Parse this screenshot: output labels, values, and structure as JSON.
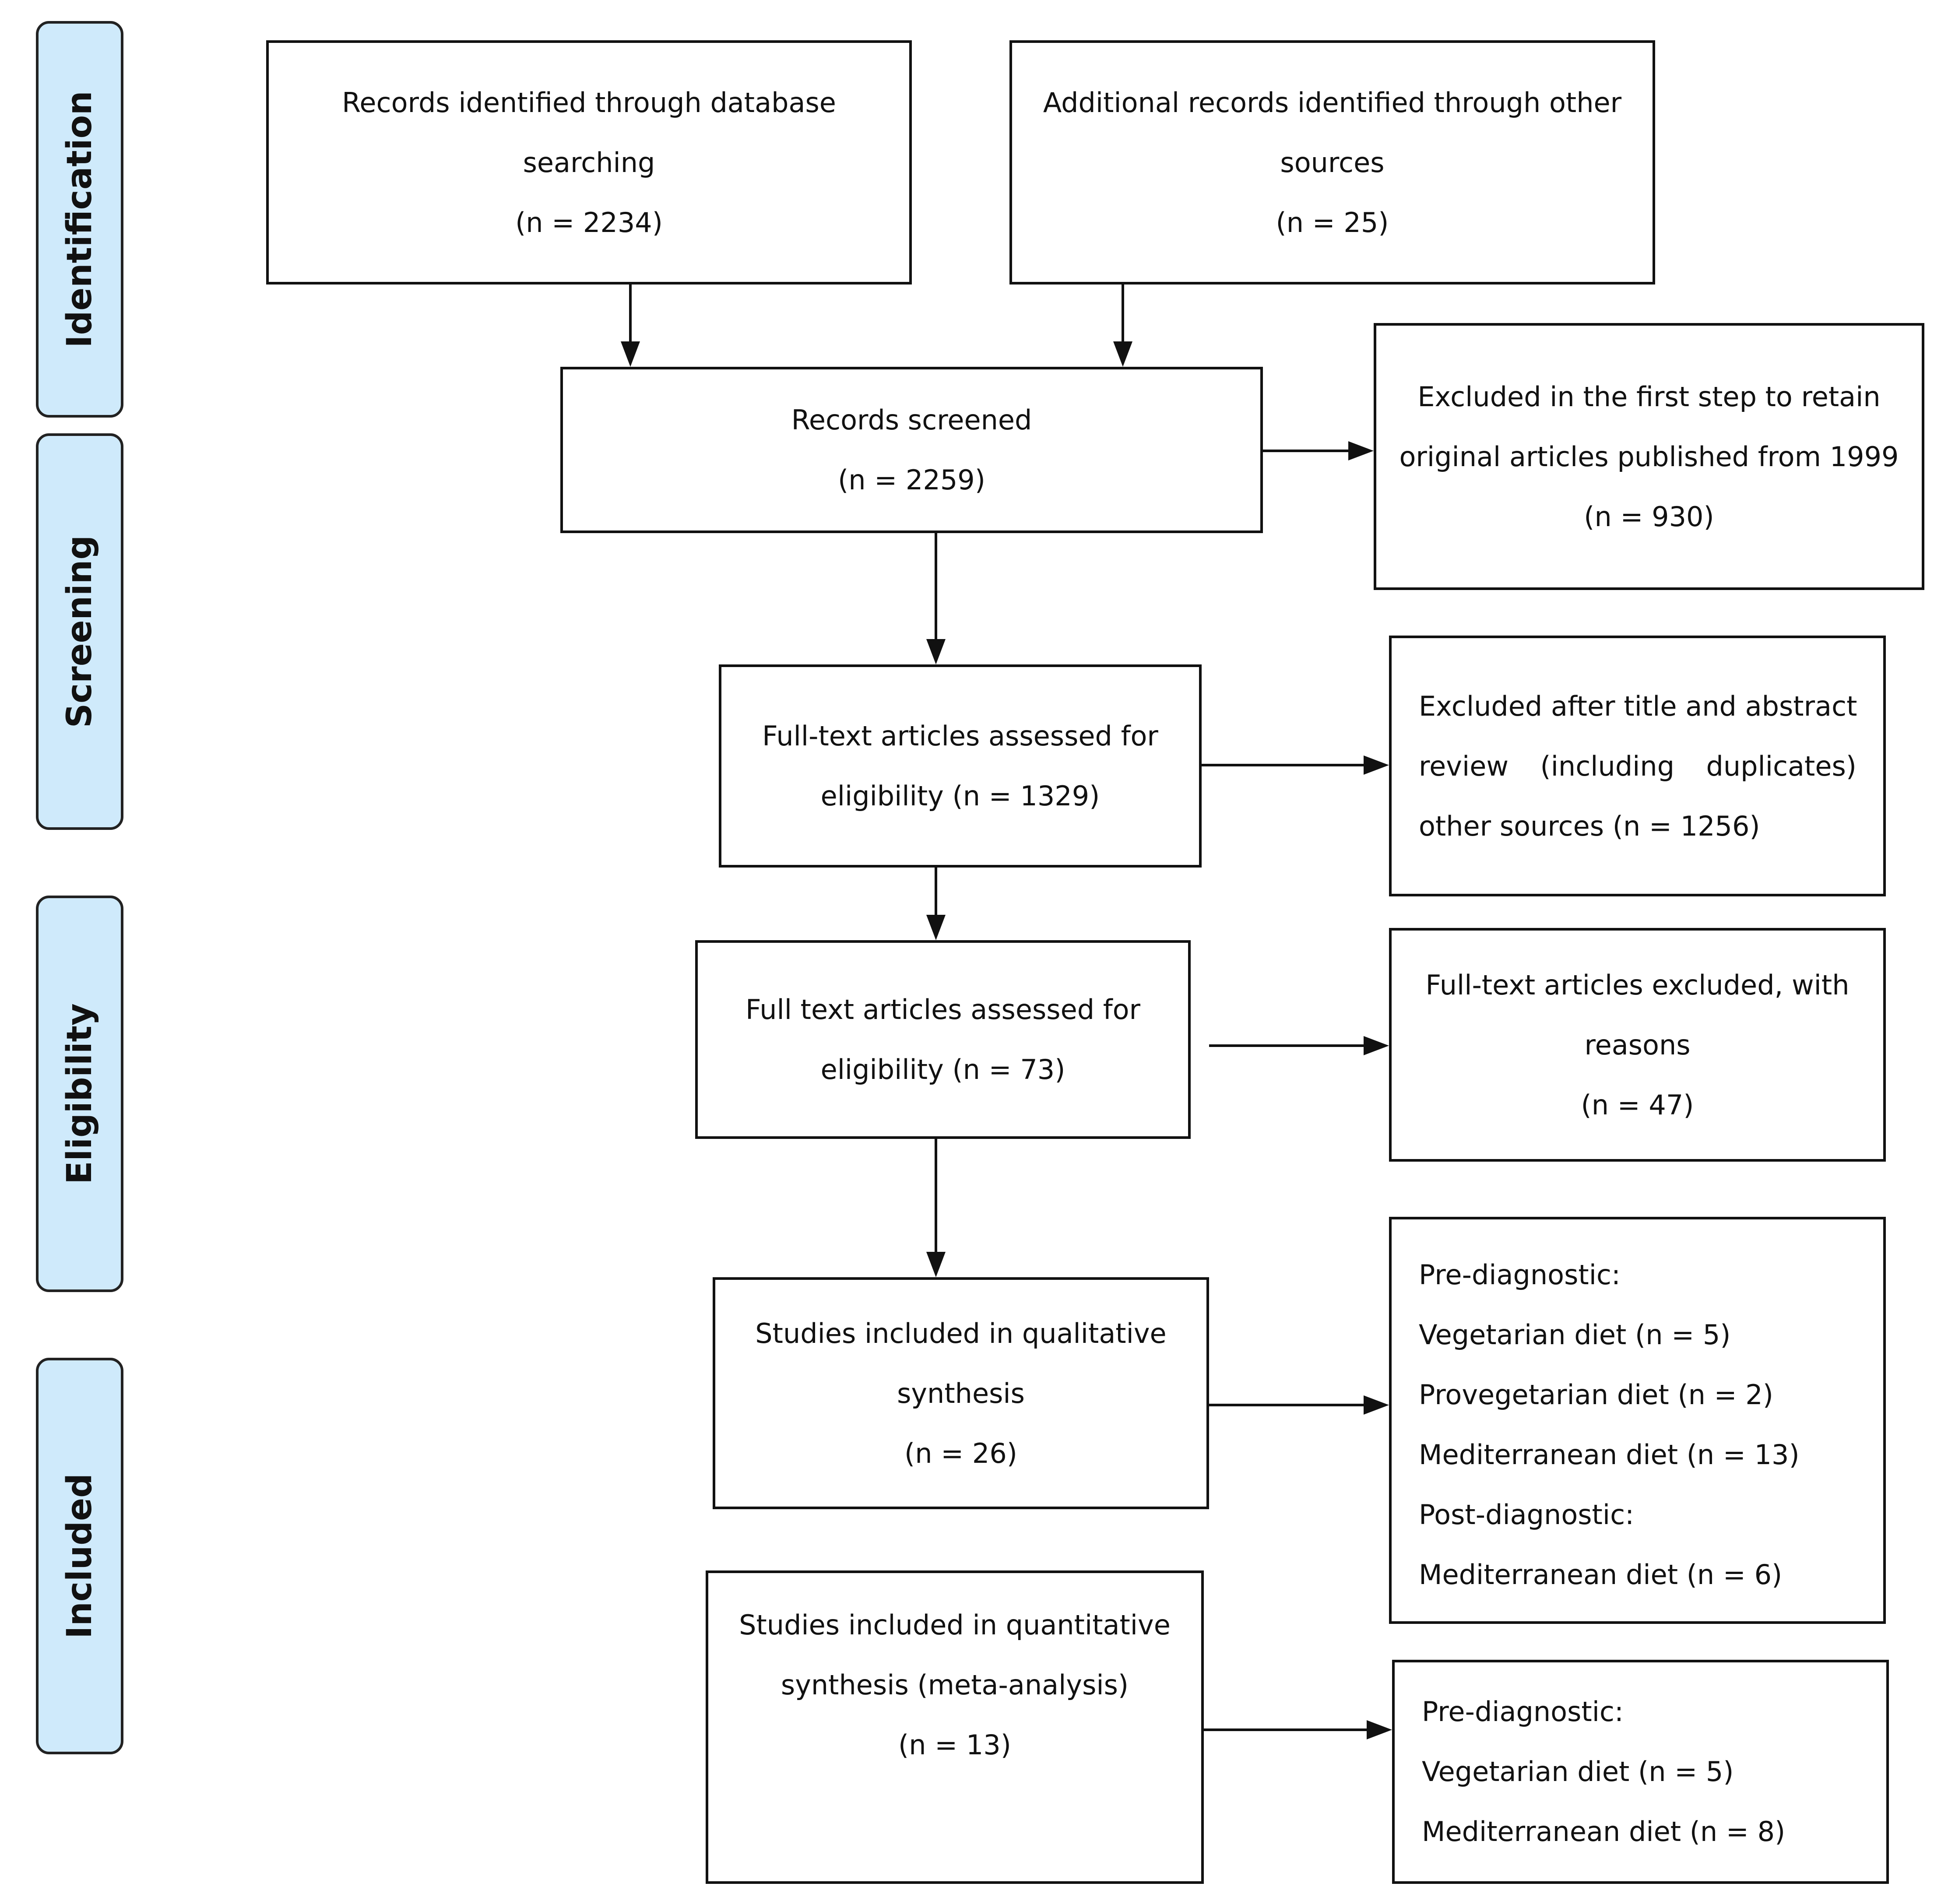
{
  "phases": {
    "identification": "Identification",
    "screening": "Screening",
    "eligibility": "Eligibility",
    "included": "Included"
  },
  "boxes": {
    "database": [
      "Records identified through database",
      "searching",
      "(n = 2234)"
    ],
    "other_sources": [
      "Additional records identified through other",
      "sources",
      "(n = 25)"
    ],
    "screened": [
      "Records screened",
      "(n = 2259)"
    ],
    "excluded_first": [
      "Excluded in the first step to retain",
      "original articles published from 1999",
      "(n = 930)"
    ],
    "fulltext_1": [
      "Full-text articles assessed for",
      "eligibility (n = 1329)"
    ],
    "excluded_title": {
      "line1": "Excluded after title and abstract",
      "line2": [
        "review",
        "(including",
        "duplicates)"
      ],
      "line3": "other sources (n = 1256)"
    },
    "fulltext_2": [
      "Full text articles assessed for",
      "eligibility (n = 73)"
    ],
    "excluded_fulltext": [
      "Full-text articles excluded, with",
      "reasons",
      "(n = 47)"
    ],
    "qualitative": [
      "Studies included in qualitative",
      "synthesis",
      "(n = 26)"
    ],
    "qualitative_detail": [
      "Pre-diagnostic:",
      "Vegetarian diet (n = 5)",
      "Provegetarian diet (n = 2)",
      "Mediterranean diet (n = 13)",
      "Post-diagnostic:",
      "Mediterranean diet (n = 6)"
    ],
    "quantitative": [
      "Studies included in quantitative",
      "synthesis (meta-analysis)",
      "(n = 13)"
    ],
    "quantitative_detail": [
      "Pre-diagnostic:",
      "Vegetarian diet (n = 5)",
      "Mediterranean diet (n = 8)"
    ]
  }
}
